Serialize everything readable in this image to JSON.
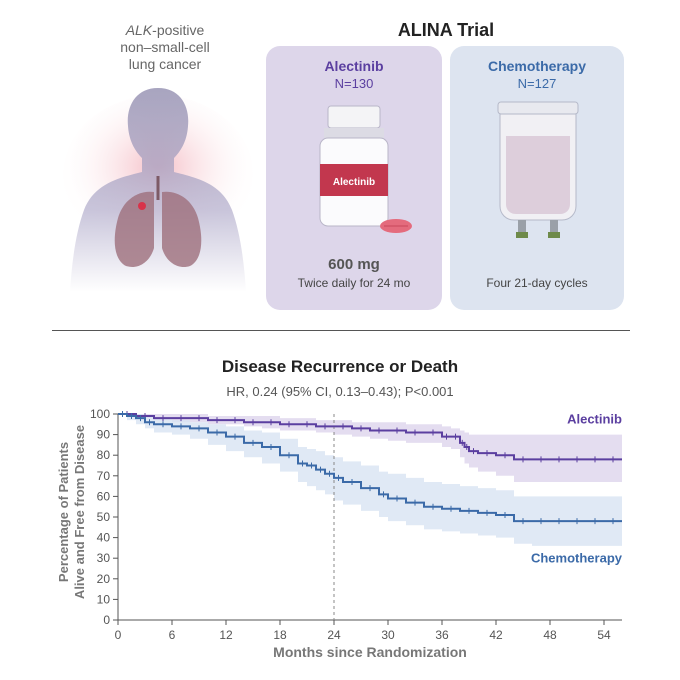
{
  "condition": {
    "prefix_italic": "ALK",
    "line1_rest": "-positive",
    "line2": "non–small-cell",
    "line3": "lung cancer"
  },
  "trial": {
    "title": "ALINA Trial",
    "arms": [
      {
        "name": "Alectinib",
        "n": "N=130",
        "drug_label": "Alectinib",
        "dose": "600 mg",
        "schedule": "Twice daily for 24 mo",
        "color": "#5b3fa0"
      },
      {
        "name": "Chemotherapy",
        "n": "N=127",
        "schedule": "Four 21-day cycles",
        "color": "#3b6aa8"
      }
    ]
  },
  "chart_data": {
    "type": "line",
    "title": "Disease Recurrence or Death",
    "subtitle": "HR, 0.24 (95% CI, 0.13–0.43); P<0.001",
    "xlabel": "Months since Randomization",
    "ylabel_line1": "Percentage of Patients",
    "ylabel_line2": "Alive and Free from Disease",
    "xlim": [
      0,
      56
    ],
    "ylim": [
      0,
      100
    ],
    "xticks": [
      0,
      6,
      12,
      18,
      24,
      30,
      36,
      42,
      48,
      54
    ],
    "yticks": [
      0,
      10,
      20,
      30,
      40,
      50,
      60,
      70,
      80,
      90,
      100
    ],
    "reference_line_x": 24,
    "series": [
      {
        "name": "Alectinib",
        "color": "#5b3fa0",
        "band_color": "#ddd5ec",
        "x": [
          0,
          2,
          4,
          6,
          8,
          10,
          12,
          14,
          16,
          18,
          20,
          22,
          24,
          26,
          28,
          30,
          32,
          34,
          36,
          37,
          38,
          38.5,
          39,
          40,
          42,
          44,
          46,
          48,
          50,
          52,
          54,
          56
        ],
        "y": [
          100,
          99,
          98,
          98,
          98,
          97,
          97,
          96,
          96,
          95,
          95,
          94,
          94,
          93,
          92,
          92,
          91,
          91,
          89,
          89,
          86,
          84,
          82,
          81,
          80,
          78,
          78,
          78,
          78,
          78,
          78,
          78
        ],
        "lower": [
          100,
          98,
          97,
          96,
          96,
          95,
          95,
          94,
          93,
          92,
          92,
          91,
          90,
          89,
          88,
          87,
          86,
          86,
          84,
          83,
          79,
          76,
          74,
          72,
          70,
          67,
          67,
          67,
          67,
          67,
          67,
          67
        ],
        "upper": [
          100,
          100,
          100,
          100,
          100,
          99,
          99,
          99,
          99,
          98,
          98,
          97,
          97,
          96,
          96,
          96,
          95,
          95,
          94,
          93,
          92,
          91,
          90,
          90,
          90,
          90,
          90,
          90,
          90,
          90,
          90,
          90
        ]
      },
      {
        "name": "Chemotherapy",
        "color": "#3b6aa8",
        "band_color": "#d8e4f3",
        "x": [
          0,
          1,
          2,
          3,
          4,
          6,
          8,
          10,
          12,
          14,
          16,
          18,
          20,
          21,
          22,
          23,
          24,
          25,
          27,
          29,
          30,
          32,
          34,
          36,
          38,
          40,
          42,
          44,
          46,
          48,
          50,
          52,
          54,
          56
        ],
        "y": [
          100,
          99,
          98,
          96,
          95,
          94,
          93,
          91,
          89,
          86,
          84,
          80,
          76,
          75,
          73,
          71,
          69,
          67,
          64,
          61,
          59,
          57,
          55,
          54,
          53,
          52,
          51,
          48,
          48,
          48,
          48,
          48,
          48,
          48
        ],
        "lower": [
          100,
          97,
          95,
          93,
          91,
          90,
          88,
          85,
          82,
          79,
          76,
          72,
          67,
          65,
          63,
          61,
          58,
          56,
          53,
          50,
          48,
          46,
          44,
          43,
          42,
          41,
          40,
          37,
          36,
          36,
          36,
          36,
          36,
          36
        ],
        "upper": [
          100,
          100,
          100,
          99,
          98,
          97,
          96,
          95,
          94,
          92,
          91,
          88,
          84,
          83,
          82,
          80,
          79,
          77,
          75,
          72,
          71,
          69,
          67,
          66,
          65,
          64,
          63,
          60,
          60,
          60,
          60,
          60,
          60,
          60
        ]
      }
    ],
    "series_labels": {
      "Alectinib": "Alectinib",
      "Chemotherapy": "Chemotherapy"
    }
  }
}
